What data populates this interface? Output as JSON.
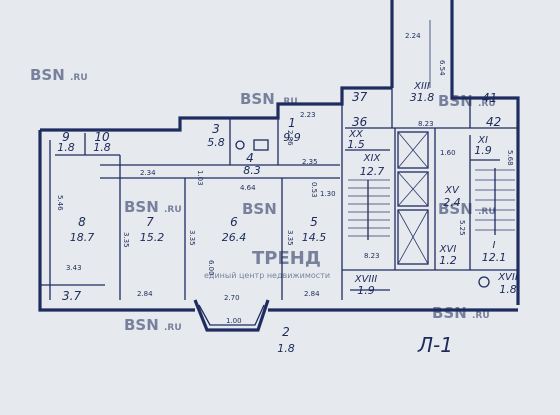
{
  "colors": {
    "ink": "#1f2c60",
    "paper": "#e8ecef",
    "watermark": "#ffffff"
  },
  "watermark": {
    "brand": "BSN",
    "domain": ".RU",
    "logo": "ТРЕНД",
    "tagline": "единый центр недвижимости"
  },
  "sheet_label": "Л-1",
  "rooms": [
    {
      "key": "r1",
      "number": "1",
      "area": "9.9"
    },
    {
      "key": "r2",
      "number": "2",
      "area": "1.8"
    },
    {
      "key": "r3",
      "number": "3",
      "area": "5.8"
    },
    {
      "key": "r4",
      "number": "4",
      "area": "8.3"
    },
    {
      "key": "r5",
      "number": "5",
      "area": "14.5"
    },
    {
      "key": "r6",
      "number": "6",
      "area": "26.4"
    },
    {
      "key": "r7",
      "number": "7",
      "area": "15.2"
    },
    {
      "key": "r8",
      "number": "8",
      "area": "18.7"
    },
    {
      "key": "r9",
      "number": "9",
      "area": "1.8"
    },
    {
      "key": "r10",
      "number": "10",
      "area": "1.8"
    },
    {
      "key": "rI",
      "number": "I",
      "area": "12.1"
    },
    {
      "key": "rXI",
      "number": "XI",
      "area": "1.9"
    },
    {
      "key": "rXIII",
      "number": "XIII",
      "area": "31.8"
    },
    {
      "key": "rXV",
      "number": "XV",
      "area": "2.4"
    },
    {
      "key": "rXVI",
      "number": "XVI",
      "area": "1.2"
    },
    {
      "key": "rXVII",
      "number": "XVII",
      "area": "1.8"
    },
    {
      "key": "rXVIII",
      "number": "XVIII",
      "area": "1.9"
    },
    {
      "key": "rXIX",
      "number": "XIX",
      "area": "12.7"
    },
    {
      "key": "rXX",
      "number": "XX",
      "area": "1.5"
    }
  ],
  "markers": [
    "37",
    "36",
    "41",
    "42",
    "3.7"
  ],
  "dimensions": [
    "2.24",
    "6.54",
    "8.23",
    "2.23",
    "2.86",
    "2.35",
    "2.34",
    "1.03",
    "4.64",
    "0.53",
    "1.30",
    "1.60",
    "5.46",
    "3.35",
    "6.00",
    "3.35",
    "3.35",
    "3.43",
    "2.84",
    "2.70",
    "1.00",
    "2.84",
    "8.23",
    "5.25",
    "5.68"
  ]
}
